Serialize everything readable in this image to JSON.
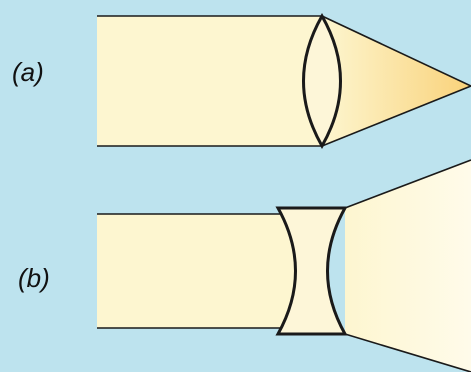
{
  "labels": {
    "a": "(a)",
    "b": "(b)"
  },
  "colors": {
    "background": "#bde3ee",
    "beam": "#fdf6d0",
    "lens_fill": "#fdf6d8",
    "converging_focus": "#f9d27a",
    "outline": "#1a1a1a"
  },
  "panels": [
    {
      "id": "a",
      "lens": "convex",
      "beam": "converging"
    },
    {
      "id": "b",
      "lens": "concave",
      "beam": "diverging"
    }
  ]
}
